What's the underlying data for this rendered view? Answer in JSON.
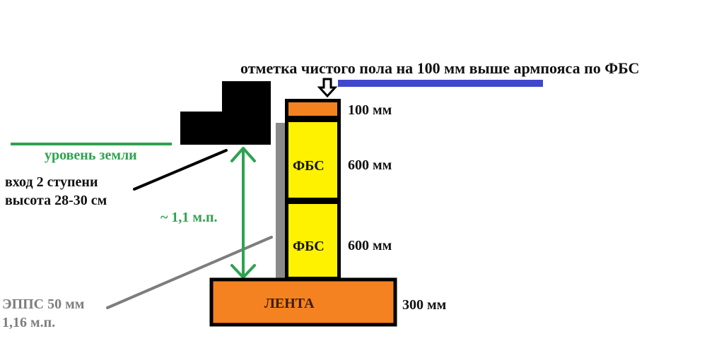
{
  "diagram": {
    "title": "отметка чистого пола на 100 мм выше армпояса по ФБС",
    "ground_level_label": "уровень земли",
    "entrance_label_line1": "вход 2 ступени",
    "entrance_label_line2": "высота 28-30 см",
    "height_dimension_label": "~ 1,1 м.п.",
    "insulation_label_line1": "ЭППС 50 мм",
    "insulation_label_line2": "1,16 м.п.",
    "layers": [
      {
        "name": "армпояс",
        "label": "",
        "dimension": "100 мм",
        "color": "#f58220"
      },
      {
        "name": "ФБС верхний",
        "label": "ФБС",
        "dimension": "600 мм",
        "color": "#fff200"
      },
      {
        "name": "ФБС нижний",
        "label": "ФБС",
        "dimension": "600 мм",
        "color": "#fff200"
      },
      {
        "name": "лента",
        "label": "ЛЕНТА",
        "dimension": "300 мм",
        "color": "#f58220"
      }
    ],
    "colors": {
      "floor_level_line": "#3f48cc",
      "ground_line": "#2ea34f",
      "dimension_arrow": "#2ea34f",
      "insulation": "#8a8a8a",
      "steps": "#000000",
      "outline": "#000000"
    }
  }
}
